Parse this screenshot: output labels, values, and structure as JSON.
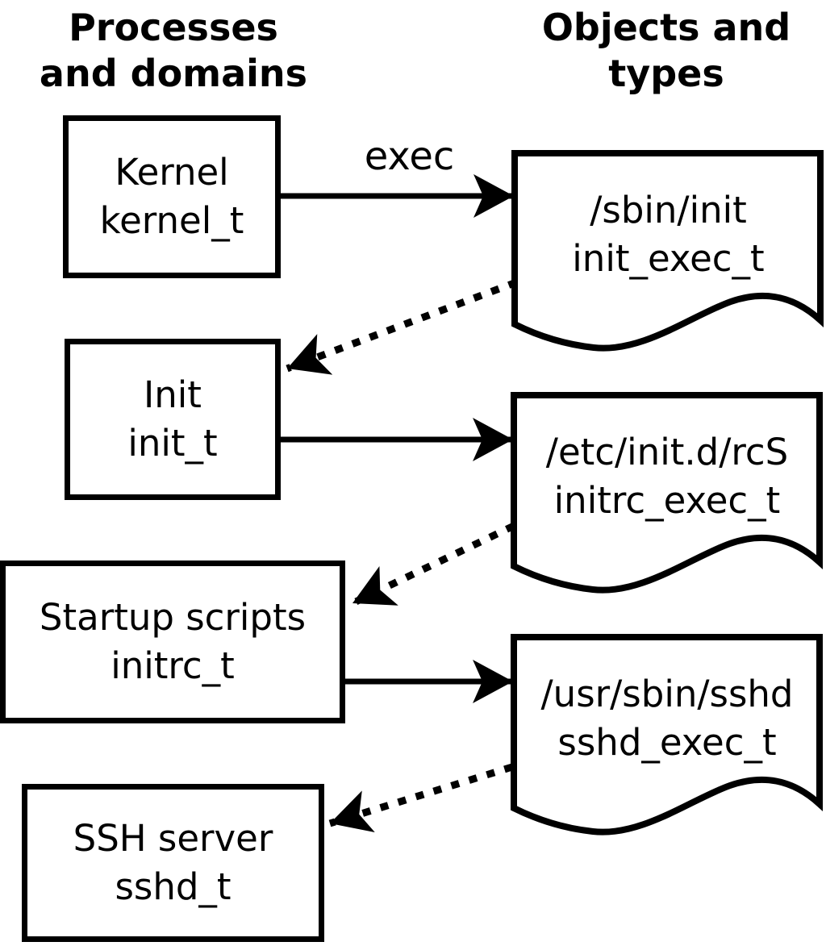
{
  "headers": {
    "left": {
      "line1": "Processes",
      "line2": "and domains"
    },
    "right": {
      "line1": "Objects and",
      "line2": "types"
    }
  },
  "processes": [
    {
      "label": "Kernel",
      "domain": "kernel_t"
    },
    {
      "label": "Init",
      "domain": "init_t"
    },
    {
      "label": "Startup scripts",
      "domain": "initrc_t"
    },
    {
      "label": "SSH server",
      "domain": "sshd_t"
    }
  ],
  "objects": [
    {
      "path": "/sbin/init",
      "type": "init_exec_t"
    },
    {
      "path": "/etc/init.d/rcS",
      "type": "initrc_exec_t"
    },
    {
      "path": "/usr/sbin/sshd",
      "type": "sshd_exec_t"
    }
  ],
  "edges": [
    {
      "from": "kernel_t",
      "to": "init_exec_t",
      "style": "solid",
      "label": "exec"
    },
    {
      "from": "init_exec_t",
      "to": "init_t",
      "style": "dotted",
      "label": ""
    },
    {
      "from": "init_t",
      "to": "initrc_exec_t",
      "style": "solid",
      "label": ""
    },
    {
      "from": "initrc_exec_t",
      "to": "initrc_t",
      "style": "dotted",
      "label": ""
    },
    {
      "from": "initrc_t",
      "to": "sshd_exec_t",
      "style": "solid",
      "label": ""
    },
    {
      "from": "sshd_exec_t",
      "to": "sshd_t",
      "style": "dotted",
      "label": ""
    }
  ],
  "colors": {
    "foreground": "#000000",
    "background": "#ffffff"
  }
}
